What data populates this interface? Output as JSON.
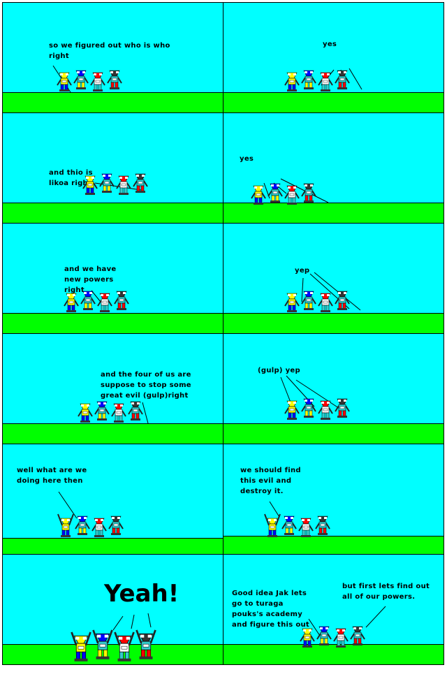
{
  "panels": [
    {
      "caption": "so we figured out who is who\nright"
    },
    {
      "caption": "yes"
    },
    {
      "caption": "and thio is\nlikoa right"
    },
    {
      "caption": "yes"
    },
    {
      "caption": "and we have\nnew powers\nright"
    },
    {
      "caption": "yep"
    },
    {
      "caption": "and the four of us are\nsuppose to stop some\ngreat evil (gulp)right"
    },
    {
      "caption": "(gulp) yep"
    },
    {
      "caption": "well what are we\ndoing here then"
    },
    {
      "caption": "we should find\nthis evil and\ndestroy it."
    },
    {
      "caption": "Yeah!"
    },
    {
      "caption": "Good idea Jak lets\ngo to turaga\npouks's academy\nand figure this out",
      "caption2": "but first lets find out\nall of our powers."
    }
  ],
  "colors": {
    "sky": "#00ffff",
    "ground": "#00ff00",
    "yellow": "#ffff00",
    "blue": "#0000ff",
    "red": "#ff0000",
    "cyan_hero": "#33cccc",
    "dark": "#333333"
  }
}
